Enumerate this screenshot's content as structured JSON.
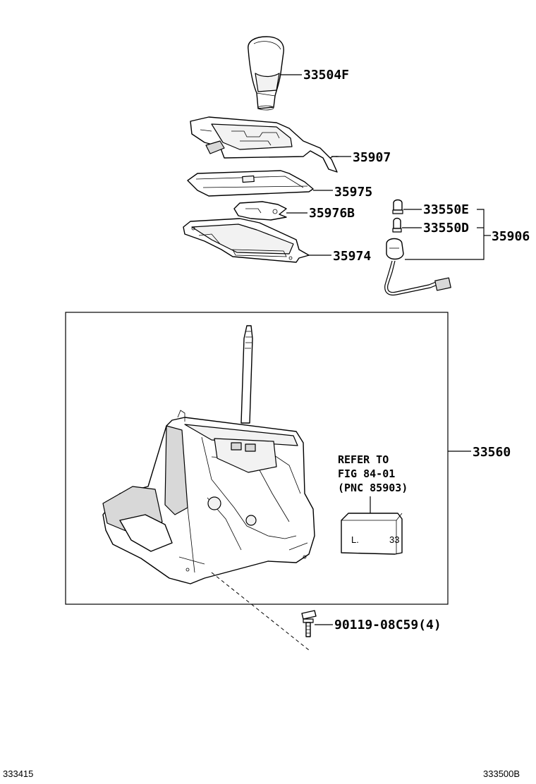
{
  "parts": [
    {
      "id": "knob",
      "number": "33504F"
    },
    {
      "id": "bezel",
      "number": "35907"
    },
    {
      "id": "indicator-plate",
      "number": "35975"
    },
    {
      "id": "slide-plate",
      "number": "35976B"
    },
    {
      "id": "housing-cover",
      "number": "35974"
    },
    {
      "id": "bulb-e",
      "number": "33550E"
    },
    {
      "id": "bulb-d",
      "number": "33550D"
    },
    {
      "id": "wire-socket",
      "number": "35906"
    },
    {
      "id": "shift-lever-assy",
      "number": "33560"
    },
    {
      "id": "bolt",
      "number": "90119-08C59(4)"
    }
  ],
  "reference_note": {
    "line1": "REFER TO",
    "line2": "FIG 84-01",
    "line3": "(PNC 85903)"
  },
  "footer": {
    "left_code": "333415",
    "right_code": "333500B"
  }
}
